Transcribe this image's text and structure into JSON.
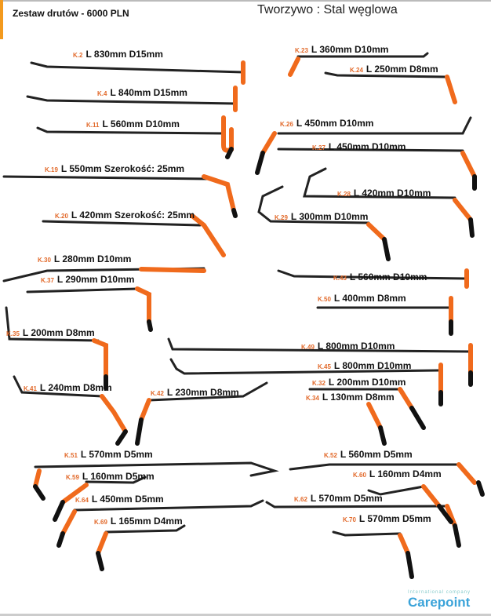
{
  "header": {
    "title": "Zestaw drutów - 6000 PLN",
    "material": "Tworzywo : Stal węglowa"
  },
  "items": [
    {
      "code": "K.2",
      "desc": "L 830mm D15mm"
    },
    {
      "code": "K.4",
      "desc": "L 840mm D15mm"
    },
    {
      "code": "K.11",
      "desc": "L 560mm D10mm"
    },
    {
      "code": "K.19",
      "desc": "L 550mm Szerokość: 25mm"
    },
    {
      "code": "K.20",
      "desc": "L 420mm Szerokość: 25mm"
    },
    {
      "code": "K.30",
      "desc": "L 280mm D10mm"
    },
    {
      "code": "K.37",
      "desc": "L 290mm D10mm"
    },
    {
      "code": "K.35",
      "desc": "L 200mm D8mm"
    },
    {
      "code": "K.41",
      "desc": "L 240mm D8mm"
    },
    {
      "code": "K.42",
      "desc": "L 230mm D8mm"
    },
    {
      "code": "K.51",
      "desc": "L 570mm D5mm"
    },
    {
      "code": "K.59",
      "desc": "L 160mm D5mm"
    },
    {
      "code": "K.64",
      "desc": "L 450mm D5mm"
    },
    {
      "code": "K.69",
      "desc": "L 165mm D4mm"
    },
    {
      "code": "K.23",
      "desc": "L 360mm D10mm"
    },
    {
      "code": "K.24",
      "desc": "L 250mm D8mm"
    },
    {
      "code": "K.26",
      "desc": "L 450mm D10mm"
    },
    {
      "code": "K.27",
      "desc": "L 450mm D10mm"
    },
    {
      "code": "K.28",
      "desc": "L 420mm D10mm"
    },
    {
      "code": "K.29",
      "desc": "L 300mm D10mm"
    },
    {
      "code": "K.43",
      "desc": "L 560mm D10mm"
    },
    {
      "code": "K.50",
      "desc": "L 400mm D8mm"
    },
    {
      "code": "K.49",
      "desc": "L 800mm D10mm"
    },
    {
      "code": "K.45",
      "desc": "L 800mm D10mm"
    },
    {
      "code": "K.32",
      "desc": "L 200mm D10mm"
    },
    {
      "code": "K.34",
      "desc": "L 130mm D8mm"
    },
    {
      "code": "K.52",
      "desc": "L 560mm D5mm"
    },
    {
      "code": "K.60",
      "desc": "L 160mm D4mm"
    },
    {
      "code": "K.62",
      "desc": "L 570mm D5mm"
    },
    {
      "code": "K.70",
      "desc": "L 570mm D5mm"
    }
  ],
  "brand": {
    "tagline": "International company",
    "name": "Carepoint"
  },
  "colors": {
    "accent": "#f39a1e",
    "handle": "#f06a1c",
    "rod": "#222222",
    "code": "#e2692a",
    "brand": "#3ba3d9"
  }
}
